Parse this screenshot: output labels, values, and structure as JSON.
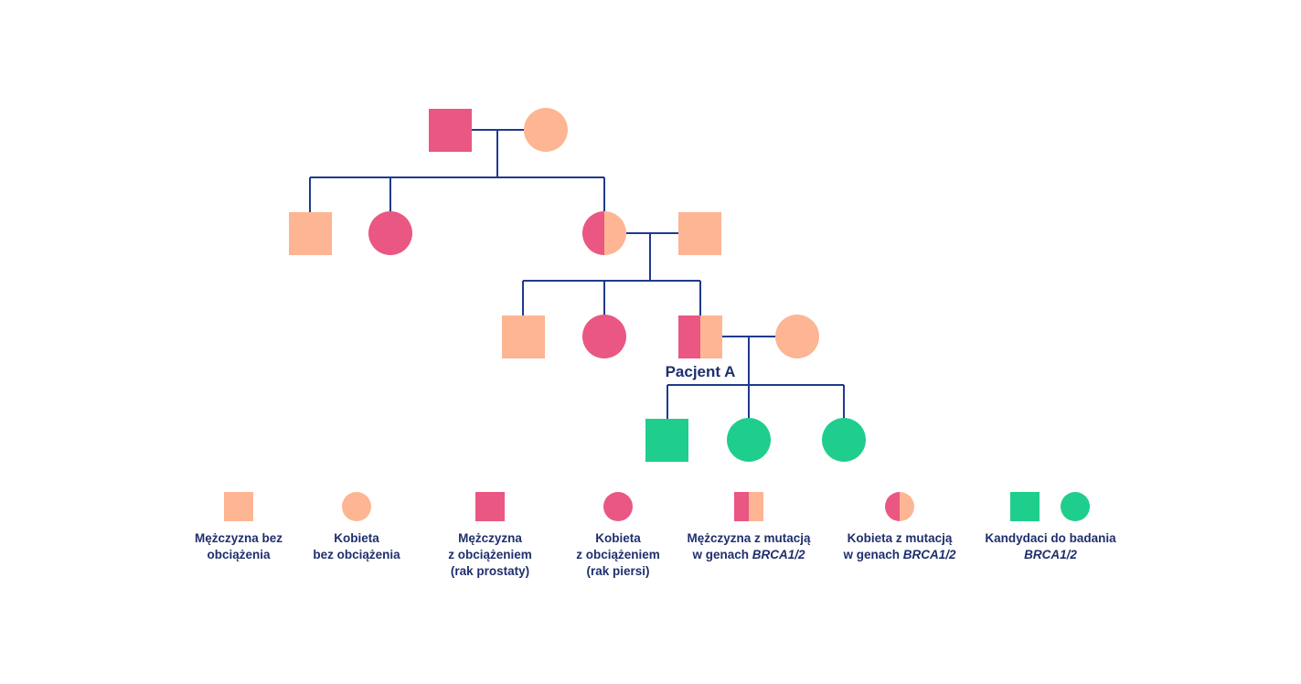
{
  "colors": {
    "unaffected": "#FDB594",
    "affected": "#E95782",
    "candidate": "#1FCE8C",
    "line": "#1F3A8E",
    "text": "#1F2F6E"
  },
  "pedigree": {
    "patient_label": "Pacjent A",
    "individuals": [
      {
        "id": "gen1-father",
        "sex": "male",
        "status": "affected"
      },
      {
        "id": "gen1-mother",
        "sex": "female",
        "status": "unaffected"
      },
      {
        "id": "gen2-son",
        "sex": "male",
        "status": "unaffected"
      },
      {
        "id": "gen2-daughter",
        "sex": "female",
        "status": "affected"
      },
      {
        "id": "gen2-mother-carrier",
        "sex": "female",
        "status": "carrier"
      },
      {
        "id": "gen2-father-spouse",
        "sex": "male",
        "status": "unaffected"
      },
      {
        "id": "gen3-son",
        "sex": "male",
        "status": "unaffected"
      },
      {
        "id": "gen3-daughter",
        "sex": "female",
        "status": "affected"
      },
      {
        "id": "gen3-patient-a",
        "sex": "male",
        "status": "carrier"
      },
      {
        "id": "gen3-wife",
        "sex": "female",
        "status": "unaffected"
      },
      {
        "id": "gen4-son",
        "sex": "male",
        "status": "candidate"
      },
      {
        "id": "gen4-daughter-1",
        "sex": "female",
        "status": "candidate"
      },
      {
        "id": "gen4-daughter-2",
        "sex": "female",
        "status": "candidate"
      }
    ]
  },
  "legend": [
    {
      "id": "male-unaffected",
      "lines": [
        "Mężczyzna bez",
        "obciążenia"
      ]
    },
    {
      "id": "female-unaffected",
      "lines": [
        "Kobieta",
        "bez obciążenia"
      ]
    },
    {
      "id": "male-affected",
      "lines": [
        "Mężczyzna",
        "z obciążeniem",
        "(rak prostaty)"
      ]
    },
    {
      "id": "female-affected",
      "lines": [
        "Kobieta",
        "z obciążeniem",
        "(rak piersi)"
      ]
    },
    {
      "id": "male-carrier",
      "line1": "Mężczyzna z mutacją",
      "line2_prefix": "w genach ",
      "line2_italic": "BRCA1/2"
    },
    {
      "id": "female-carrier",
      "line1": "Kobieta z mutacją",
      "line2_prefix": "w genach ",
      "line2_italic": "BRCA1/2"
    },
    {
      "id": "candidates",
      "line1": "Kandydaci do badania",
      "line2_italic": "BRCA1/2"
    }
  ]
}
